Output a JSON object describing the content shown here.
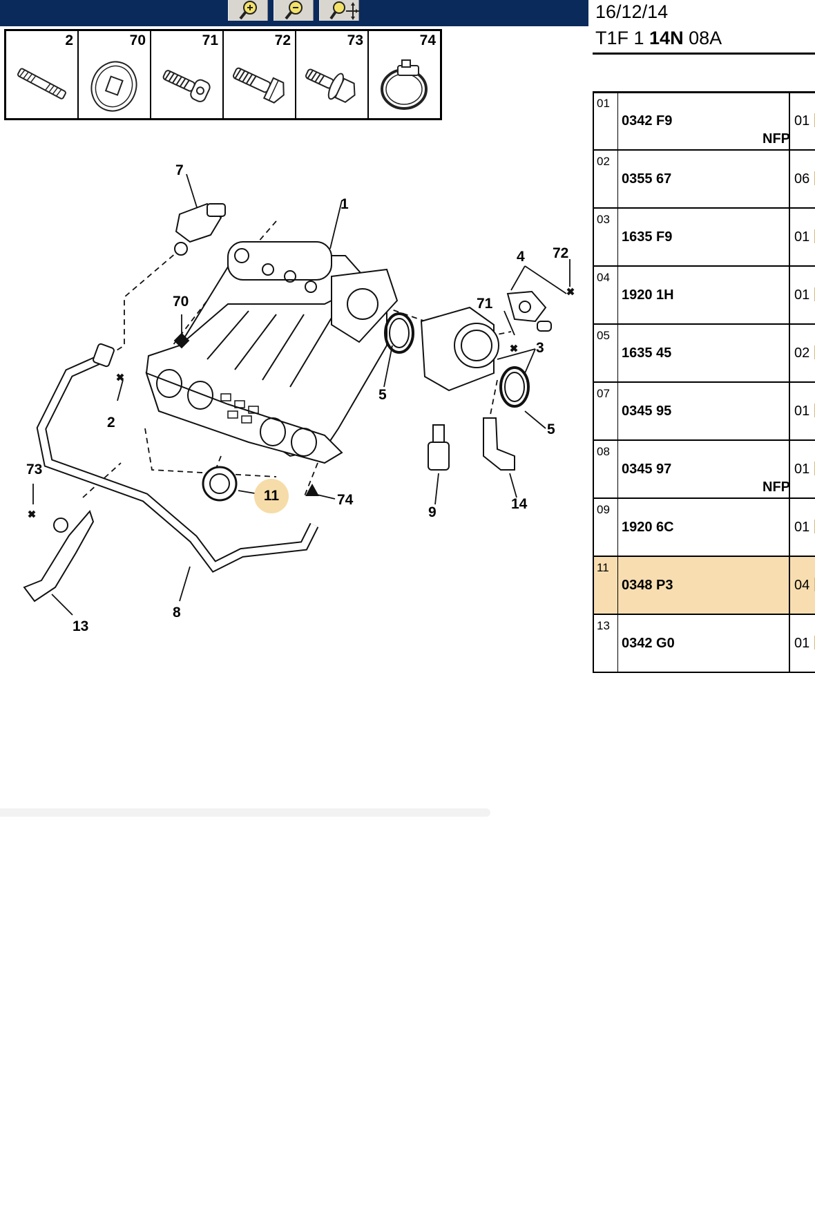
{
  "toolbar": {
    "buttons": [
      {
        "name": "zoom-in",
        "icon": "zoom-in-icon"
      },
      {
        "name": "zoom-out",
        "icon": "zoom-out-icon"
      },
      {
        "name": "pan-zoom",
        "icon": "zoom-pan-icon"
      }
    ],
    "color": "#0b2a5c"
  },
  "legend": {
    "items": [
      {
        "num": "2",
        "icon": "stud-icon"
      },
      {
        "num": "70",
        "icon": "washer-icon"
      },
      {
        "num": "71",
        "icon": "screw-icon"
      },
      {
        "num": "72",
        "icon": "bolt-icon"
      },
      {
        "num": "73",
        "icon": "bolt-washer-icon"
      },
      {
        "num": "74",
        "icon": "hose-clamp-icon"
      }
    ]
  },
  "diagram": {
    "callouts": [
      "1",
      "7",
      "70",
      "2",
      "5",
      "71",
      "4",
      "72",
      "3",
      "5",
      "9",
      "14",
      "11",
      "74",
      "73",
      "8",
      "13"
    ],
    "highlighted": "11",
    "highlight_color": "#f6dca8"
  },
  "header": {
    "date": "16/12/14",
    "code_prefix": "T1F 1 ",
    "code_bold": "14N",
    "code_suffix": " 08A"
  },
  "parts": [
    {
      "ref": "01",
      "part": "0342 F9",
      "qty": "01",
      "note": "NFP"
    },
    {
      "ref": "02",
      "part": "0355 67",
      "qty": "06",
      "note": ""
    },
    {
      "ref": "03",
      "part": "1635 F9",
      "qty": "01",
      "note": ""
    },
    {
      "ref": "04",
      "part": "1920 1H",
      "qty": "01",
      "note": ""
    },
    {
      "ref": "05",
      "part": "1635 45",
      "qty": "02",
      "note": ""
    },
    {
      "ref": "07",
      "part": "0345 95",
      "qty": "01",
      "note": ""
    },
    {
      "ref": "08",
      "part": "0345 97",
      "qty": "01",
      "note": "NFP"
    },
    {
      "ref": "09",
      "part": "1920 6C",
      "qty": "01",
      "note": ""
    },
    {
      "ref": "11",
      "part": "0348 P3",
      "qty": "04",
      "note": "",
      "selected": true
    },
    {
      "ref": "13",
      "part": "0342 G0",
      "qty": "01",
      "note": ""
    }
  ],
  "selected_row_color": "#f7ddb0"
}
